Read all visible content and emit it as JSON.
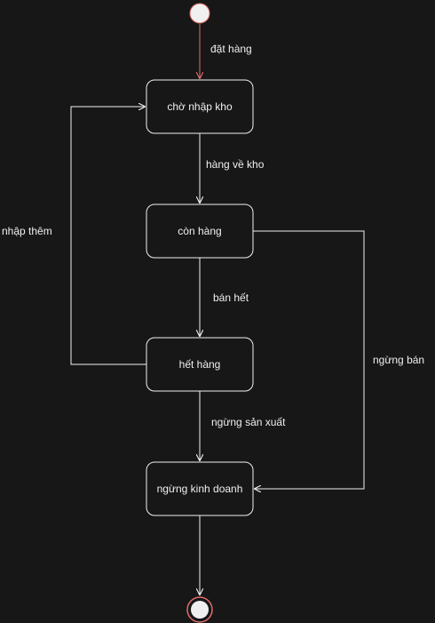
{
  "diagram": {
    "background": "#171717",
    "line_color": "#f0f0f0",
    "start_arrow_color": "#e06c6c",
    "states": {
      "cho_nhap_kho": "chờ nhập kho",
      "con_hang": "còn hàng",
      "het_hang": "hết hàng",
      "ngung_kinh_doanh": "ngừng kinh doanh"
    },
    "transitions": {
      "dat_hang": "đặt hàng",
      "hang_ve_kho": "hàng về kho",
      "ban_het": "bán hết",
      "nhap_them": "nhập thêm",
      "ngung_ban": "ngừng bán",
      "ngung_san_xuat": "ngừng sản xuất"
    }
  }
}
